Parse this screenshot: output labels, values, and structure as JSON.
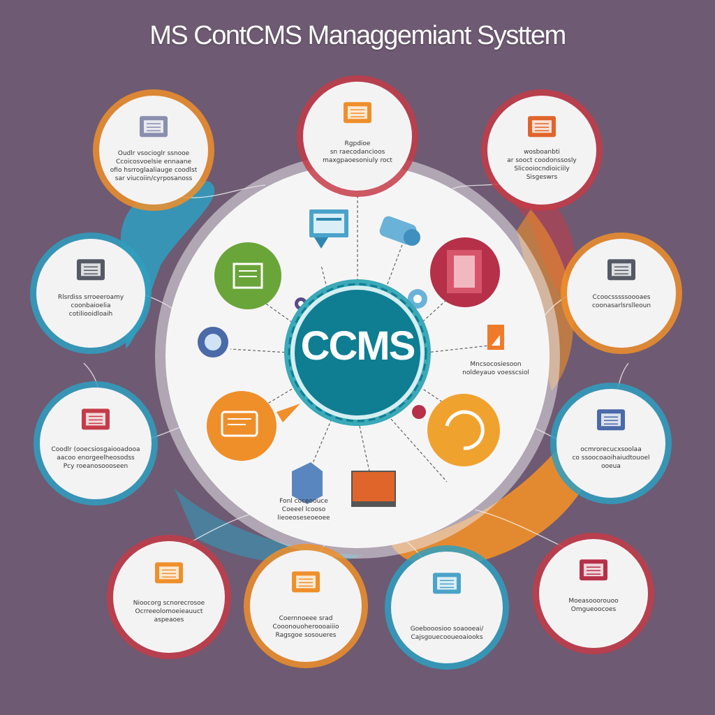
{
  "title": "MS ContCMS  Managgemiant Systtem",
  "center_label": "CCMS",
  "colors": {
    "background": "#6e5a72",
    "center_teal": "#0f7d92",
    "orange": "#ef8f2a",
    "red": "#c43c48",
    "teal_blue": "#2f9fbf",
    "green": "#6aa53a"
  },
  "outer_nodes": [
    {
      "icon": "server-icon",
      "text": "Oudlr vsocioglr ssnooe\nCcoicosvoelsie ennaane\nofio hsrroglaaliauge coodlst\nsar viucoiin/cyrposanoss"
    },
    {
      "icon": "puzzle-icon",
      "text": "Rgpdioe\nsn raecodancioos\nmaxgpaoesoniuly roct"
    },
    {
      "icon": "laptop-icon",
      "text": "wosboanbti\nar sooct coodonssosly\nSlicooiocndioiciily\nSisgeswrs"
    },
    {
      "icon": "document-icon",
      "text": "Rlsrdiss srroeeroamy\ncoonbaioelia\ncotiliooidloaih"
    },
    {
      "icon": "document-icon",
      "text": "Ccoocsssssoooaes\ncoonasarlsrslleoun"
    },
    {
      "icon": "user-icon",
      "text": "Coodlr (ooecsiosgaiooadooa\naacoo enorgeelheosodss\nPcy roeanosoooseen"
    },
    {
      "icon": "monitor-icon",
      "text": "ocmrorecucxsoolaa\nco ssoocoaoihaiudtouoel\nooeua"
    },
    {
      "icon": "folder-icon",
      "text": "Nioocorg scnorecrosoe\nOcrreeolomoeieauuct\naspeaoes"
    },
    {
      "icon": "refresh-icon",
      "text": "Coernnoeee srad\nCooonouoheroooaiiio\nRagsgoe sosoueres"
    },
    {
      "icon": "cube-icon",
      "text": "Goebooosioo soaooeai/\nCajsgouecooueoaiooks"
    },
    {
      "icon": "layers-icon",
      "text": "Moeasooorouoo\nOmgueoocoes"
    }
  ],
  "inner_labels": [
    "Mncsocosiesoon\nnoldeyauo voesscsiol",
    "Fonl coceoouce\nCoeeel lcooso\nlieoeoseseoeoee"
  ],
  "inner_icons": [
    "presentation-icon",
    "pipe-icon",
    "chat-bubble-icon",
    "door-icon",
    "gear-icon",
    "gear-icon",
    "chat-bubble-icon",
    "refresh-icon",
    "shield-icon",
    "monitor-icon",
    "document-icon",
    "bulb-icon"
  ]
}
